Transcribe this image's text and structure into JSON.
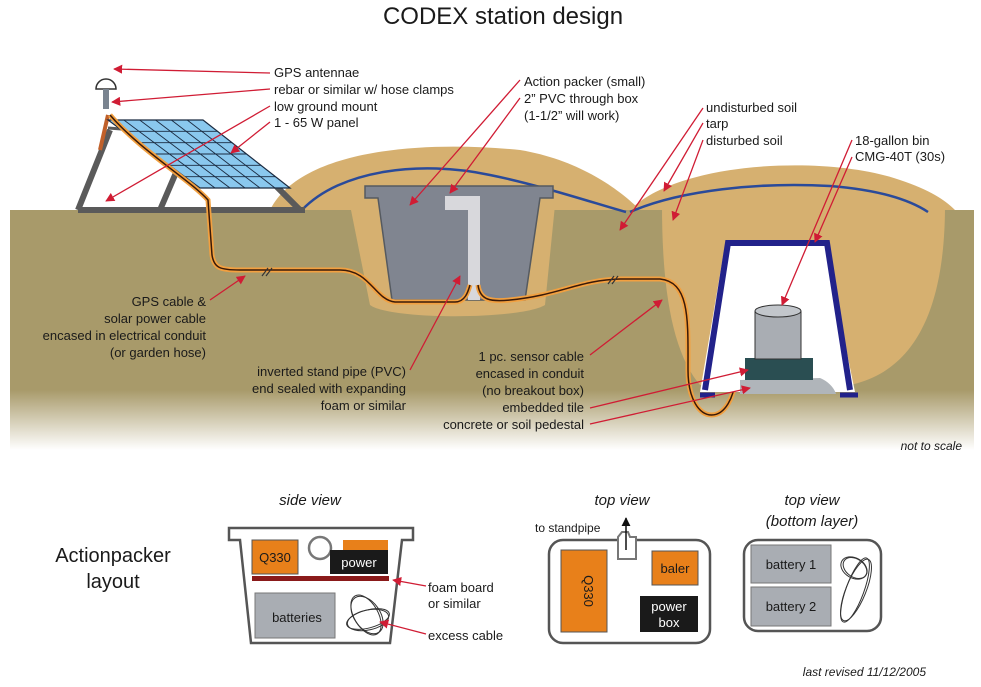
{
  "title": "CODEX station design",
  "colors": {
    "undisturbed_soil": "#a89a6a",
    "disturbed_soil": "#d6b070",
    "tarp": "#2a4a9a",
    "arrow": "#d01c34",
    "action_packer": "#808590",
    "bin": "#22228a",
    "tile": "#2a4e52",
    "orange_box": "#e8801a",
    "panel": "#8ac8ee"
  },
  "callouts": {
    "gps_antennae": "GPS antennae",
    "rebar": "rebar or similar w/ hose clamps",
    "ground_mount": "low ground mount",
    "panel": "1 - 65 W panel",
    "action_packer": "Action packer (small)",
    "pvc_1": "2” PVC through box",
    "pvc_2": "(1-1/2” will work)",
    "undisturbed_soil": "undisturbed soil",
    "tarp": "tarp",
    "disturbed_soil": "disturbed soil",
    "bin": "18-gallon bin",
    "sensor": "CMG-40T (30s)",
    "gps_cable": [
      "GPS cable &",
      "solar power cable",
      "encased in electrical conduit",
      "(or garden hose)"
    ],
    "standpipe": [
      "inverted stand pipe (PVC)",
      "end sealed with expanding",
      "foam or similar"
    ],
    "sensor_cable": [
      "1 pc. sensor cable",
      "encased in conduit",
      "(no breakout box)"
    ],
    "tile": "embedded tile",
    "pedestal": "concrete or soil pedestal",
    "not_to_scale": "not to scale"
  },
  "layout_section": {
    "heading": [
      "Actionpacker",
      "layout"
    ],
    "side_view": {
      "title": "side view",
      "q330": "Q330",
      "power": "power",
      "batteries": "batteries",
      "foam_board": [
        "foam board",
        "or similar"
      ],
      "excess_cable": "excess cable"
    },
    "top_view": {
      "title": "top view",
      "to_standpipe": "to standpipe",
      "q330": "Q330",
      "baler": "baler",
      "power_box": [
        "power",
        "box"
      ]
    },
    "bottom_view": {
      "title": [
        "top view",
        "(bottom layer)"
      ],
      "battery_1": "battery 1",
      "battery_2": "battery 2"
    },
    "revision": "last revised 11/12/2005"
  }
}
